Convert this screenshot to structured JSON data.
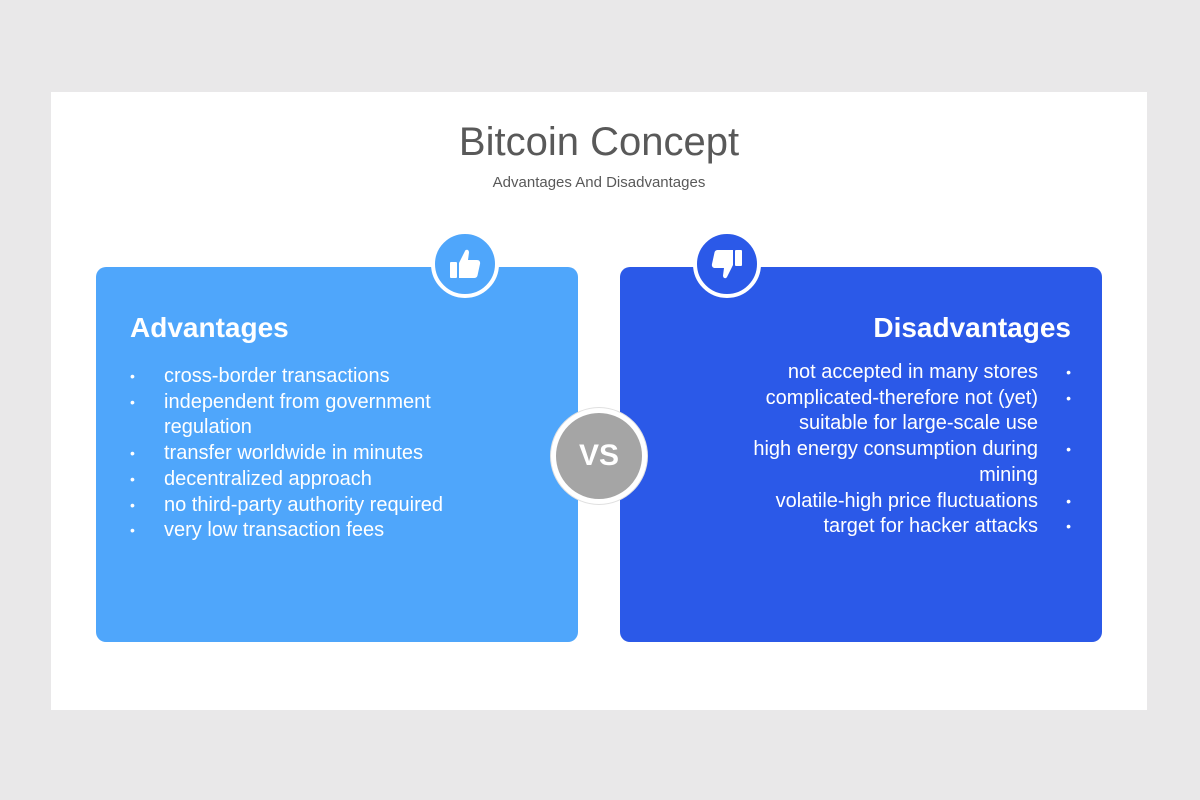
{
  "slide": {
    "title": "Bitcoin Concept",
    "subtitle": "Advantages And Disadvantages"
  },
  "advantages": {
    "heading": "Advantages",
    "icon": "thumbs-up-icon",
    "color": "#4fa6fb",
    "bullet": "•",
    "items": [
      "cross-border transactions",
      "independent from government regulation",
      "transfer worldwide in minutes",
      "decentralized approach",
      "no third-party authority required",
      "very low transaction fees"
    ]
  },
  "disadvantages": {
    "heading": "Disadvantages",
    "icon": "thumbs-down-icon",
    "color": "#2b59e8",
    "bullet": "•",
    "items": [
      "not accepted in many stores",
      "complicated-therefore not (yet) suitable for large-scale use",
      "high energy consumption during mining",
      "volatile-high price fluctuations",
      "target for hacker attacks"
    ]
  },
  "vs": {
    "label": "VS",
    "color": "#a5a5a5"
  }
}
